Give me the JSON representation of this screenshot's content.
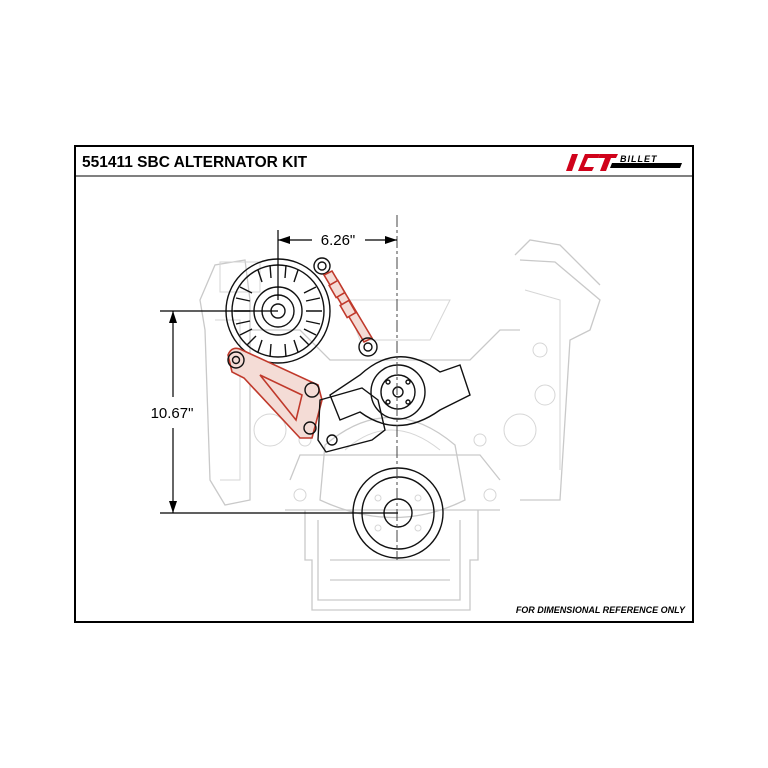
{
  "drawing": {
    "title": "551411 SBC ALTERNATOR KIT",
    "logo": "ICT BILLET",
    "horizontal_dimension": "6.26\"",
    "vertical_dimension": "10.67\"",
    "note": "FOR DIMENSIONAL REFERENCE ONLY"
  },
  "colors": {
    "frame": "#000000",
    "bracket": "#c0392b",
    "ghost_engine": "#c9c9c9",
    "logo_red": "#d0021b"
  }
}
